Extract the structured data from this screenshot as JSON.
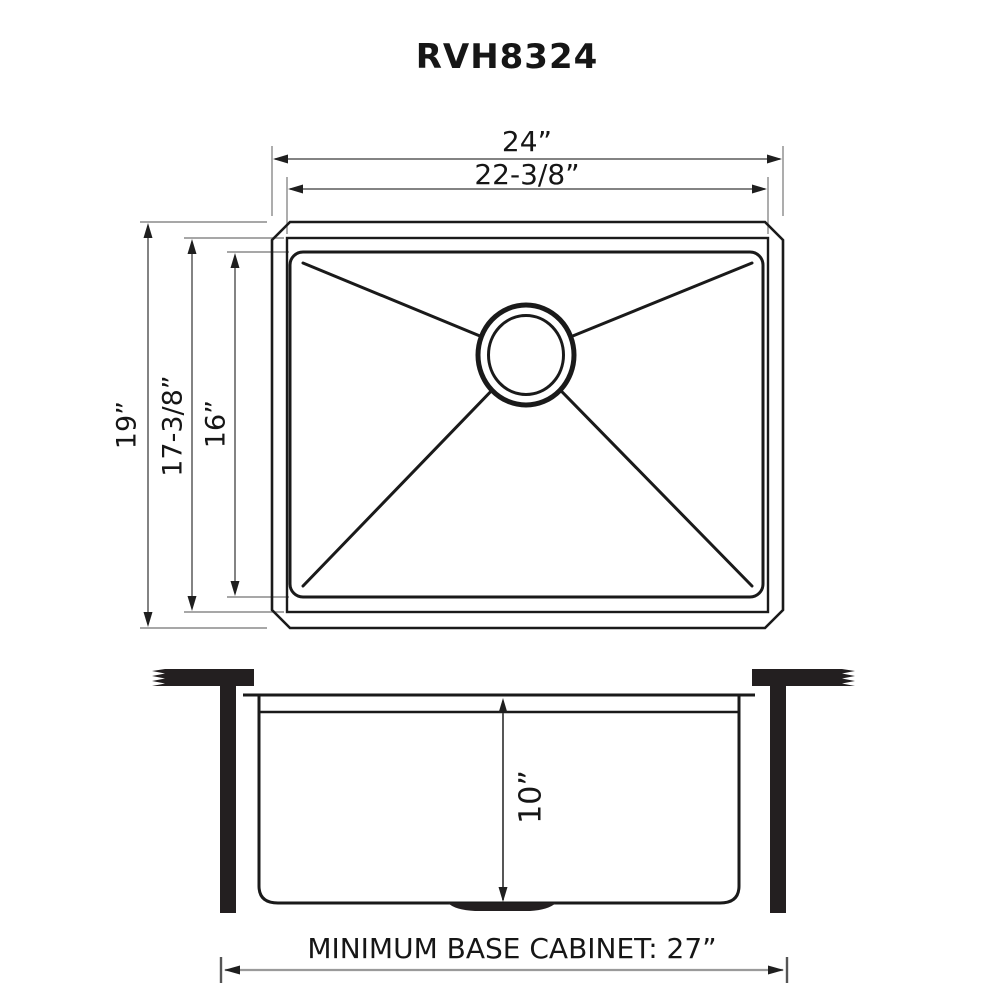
{
  "title": "RVH8324",
  "top_view": {
    "width_outer": "24”",
    "width_inner": "22-3/8”",
    "depth_outer": "19”",
    "depth_rim": "17-3/8”",
    "depth_bowl": "16”"
  },
  "side_view": {
    "bowl_depth": "10”"
  },
  "footer": {
    "min_base_cabinet": "MINIMUM BASE CABINET: 27”"
  },
  "colors": {
    "geometry_line": "#1a1a1a",
    "dimension_line": "#5a5a5a",
    "extension_line": "#8a8a8a",
    "cabinet_fill": "#231f20",
    "footer_dim_line": "#9a9a9a",
    "background": "#ffffff"
  }
}
